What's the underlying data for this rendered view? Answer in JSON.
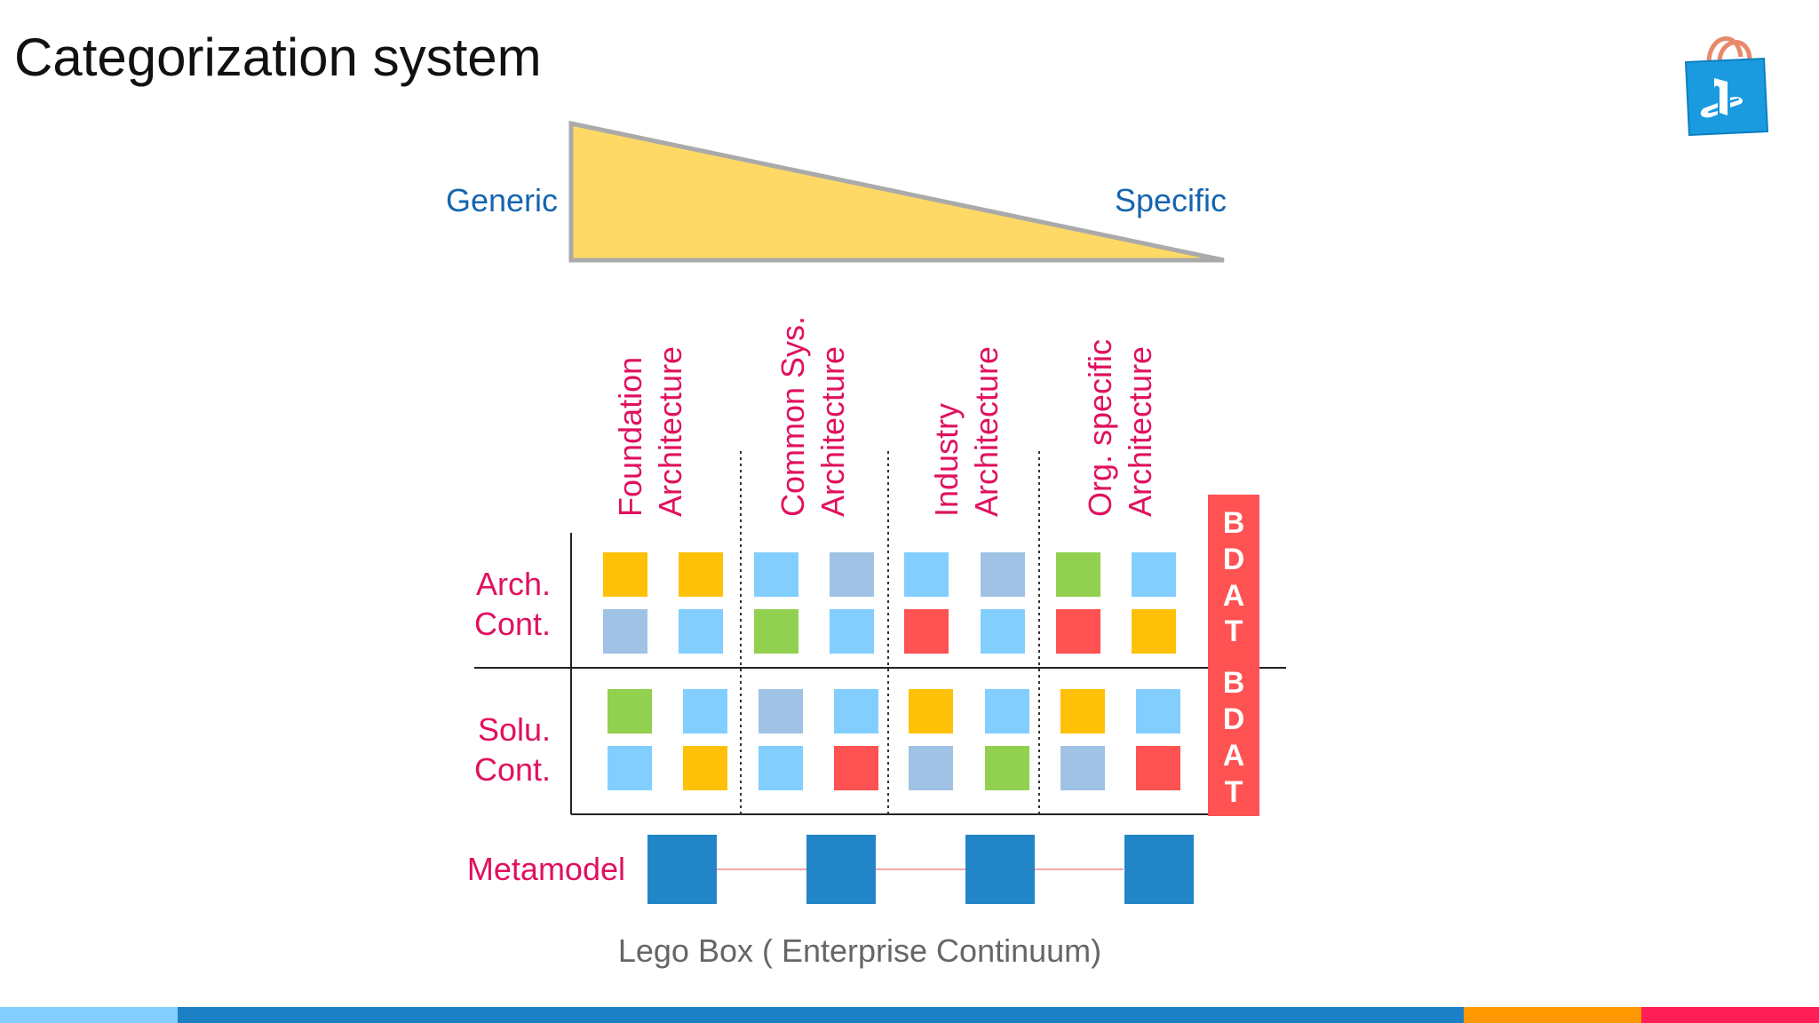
{
  "slide": {
    "title": "Categorization system"
  },
  "scale": {
    "left_label": "Generic",
    "right_label": "Specific"
  },
  "columns": [
    {
      "line1": "Foundation",
      "line2": "Architecture"
    },
    {
      "line1": "Common Sys.",
      "line2": "Architecture"
    },
    {
      "line1": "Industry",
      "line2": "Architecture"
    },
    {
      "line1": "Org.  specific",
      "line2": "Architecture"
    }
  ],
  "rows": [
    {
      "line1": "Arch.",
      "line2": "Cont."
    },
    {
      "line1": "Solu.",
      "line2": "Cont."
    }
  ],
  "bdat": {
    "letters": [
      "B",
      "D",
      "A",
      "T"
    ],
    "color": "#ff5252"
  },
  "metamodel_label": "Metamodel",
  "caption": "Lego Box ( Enterprise Continuum)",
  "palette": {
    "yellow": "#ffc107",
    "light_blue": "#82cfff",
    "grey_blue": "#a0c2e4",
    "green": "#92d050",
    "red": "#ff5252",
    "metamodel_blue": "#2285c8",
    "label_blue": "#1565b0",
    "label_pink": "#e0115f",
    "triangle_fill": "#ffd966",
    "triangle_stroke": "#aaaaaa"
  },
  "grid": [
    [
      [
        "yellow",
        "yellow",
        "grey_blue",
        "light_blue"
      ],
      [
        "light_blue",
        "grey_blue",
        "green",
        "light_blue"
      ],
      [
        "light_blue",
        "grey_blue",
        "red",
        "light_blue"
      ],
      [
        "green",
        "light_blue",
        "red",
        "yellow"
      ]
    ],
    [
      [
        "green",
        "light_blue",
        "light_blue",
        "yellow"
      ],
      [
        "grey_blue",
        "light_blue",
        "light_blue",
        "red"
      ],
      [
        "yellow",
        "light_blue",
        "grey_blue",
        "green"
      ],
      [
        "yellow",
        "light_blue",
        "grey_blue",
        "red"
      ]
    ]
  ],
  "bottom_bar": [
    "#82cfff",
    "#1b7fc4",
    "#ff9800",
    "#ff1e56"
  ]
}
